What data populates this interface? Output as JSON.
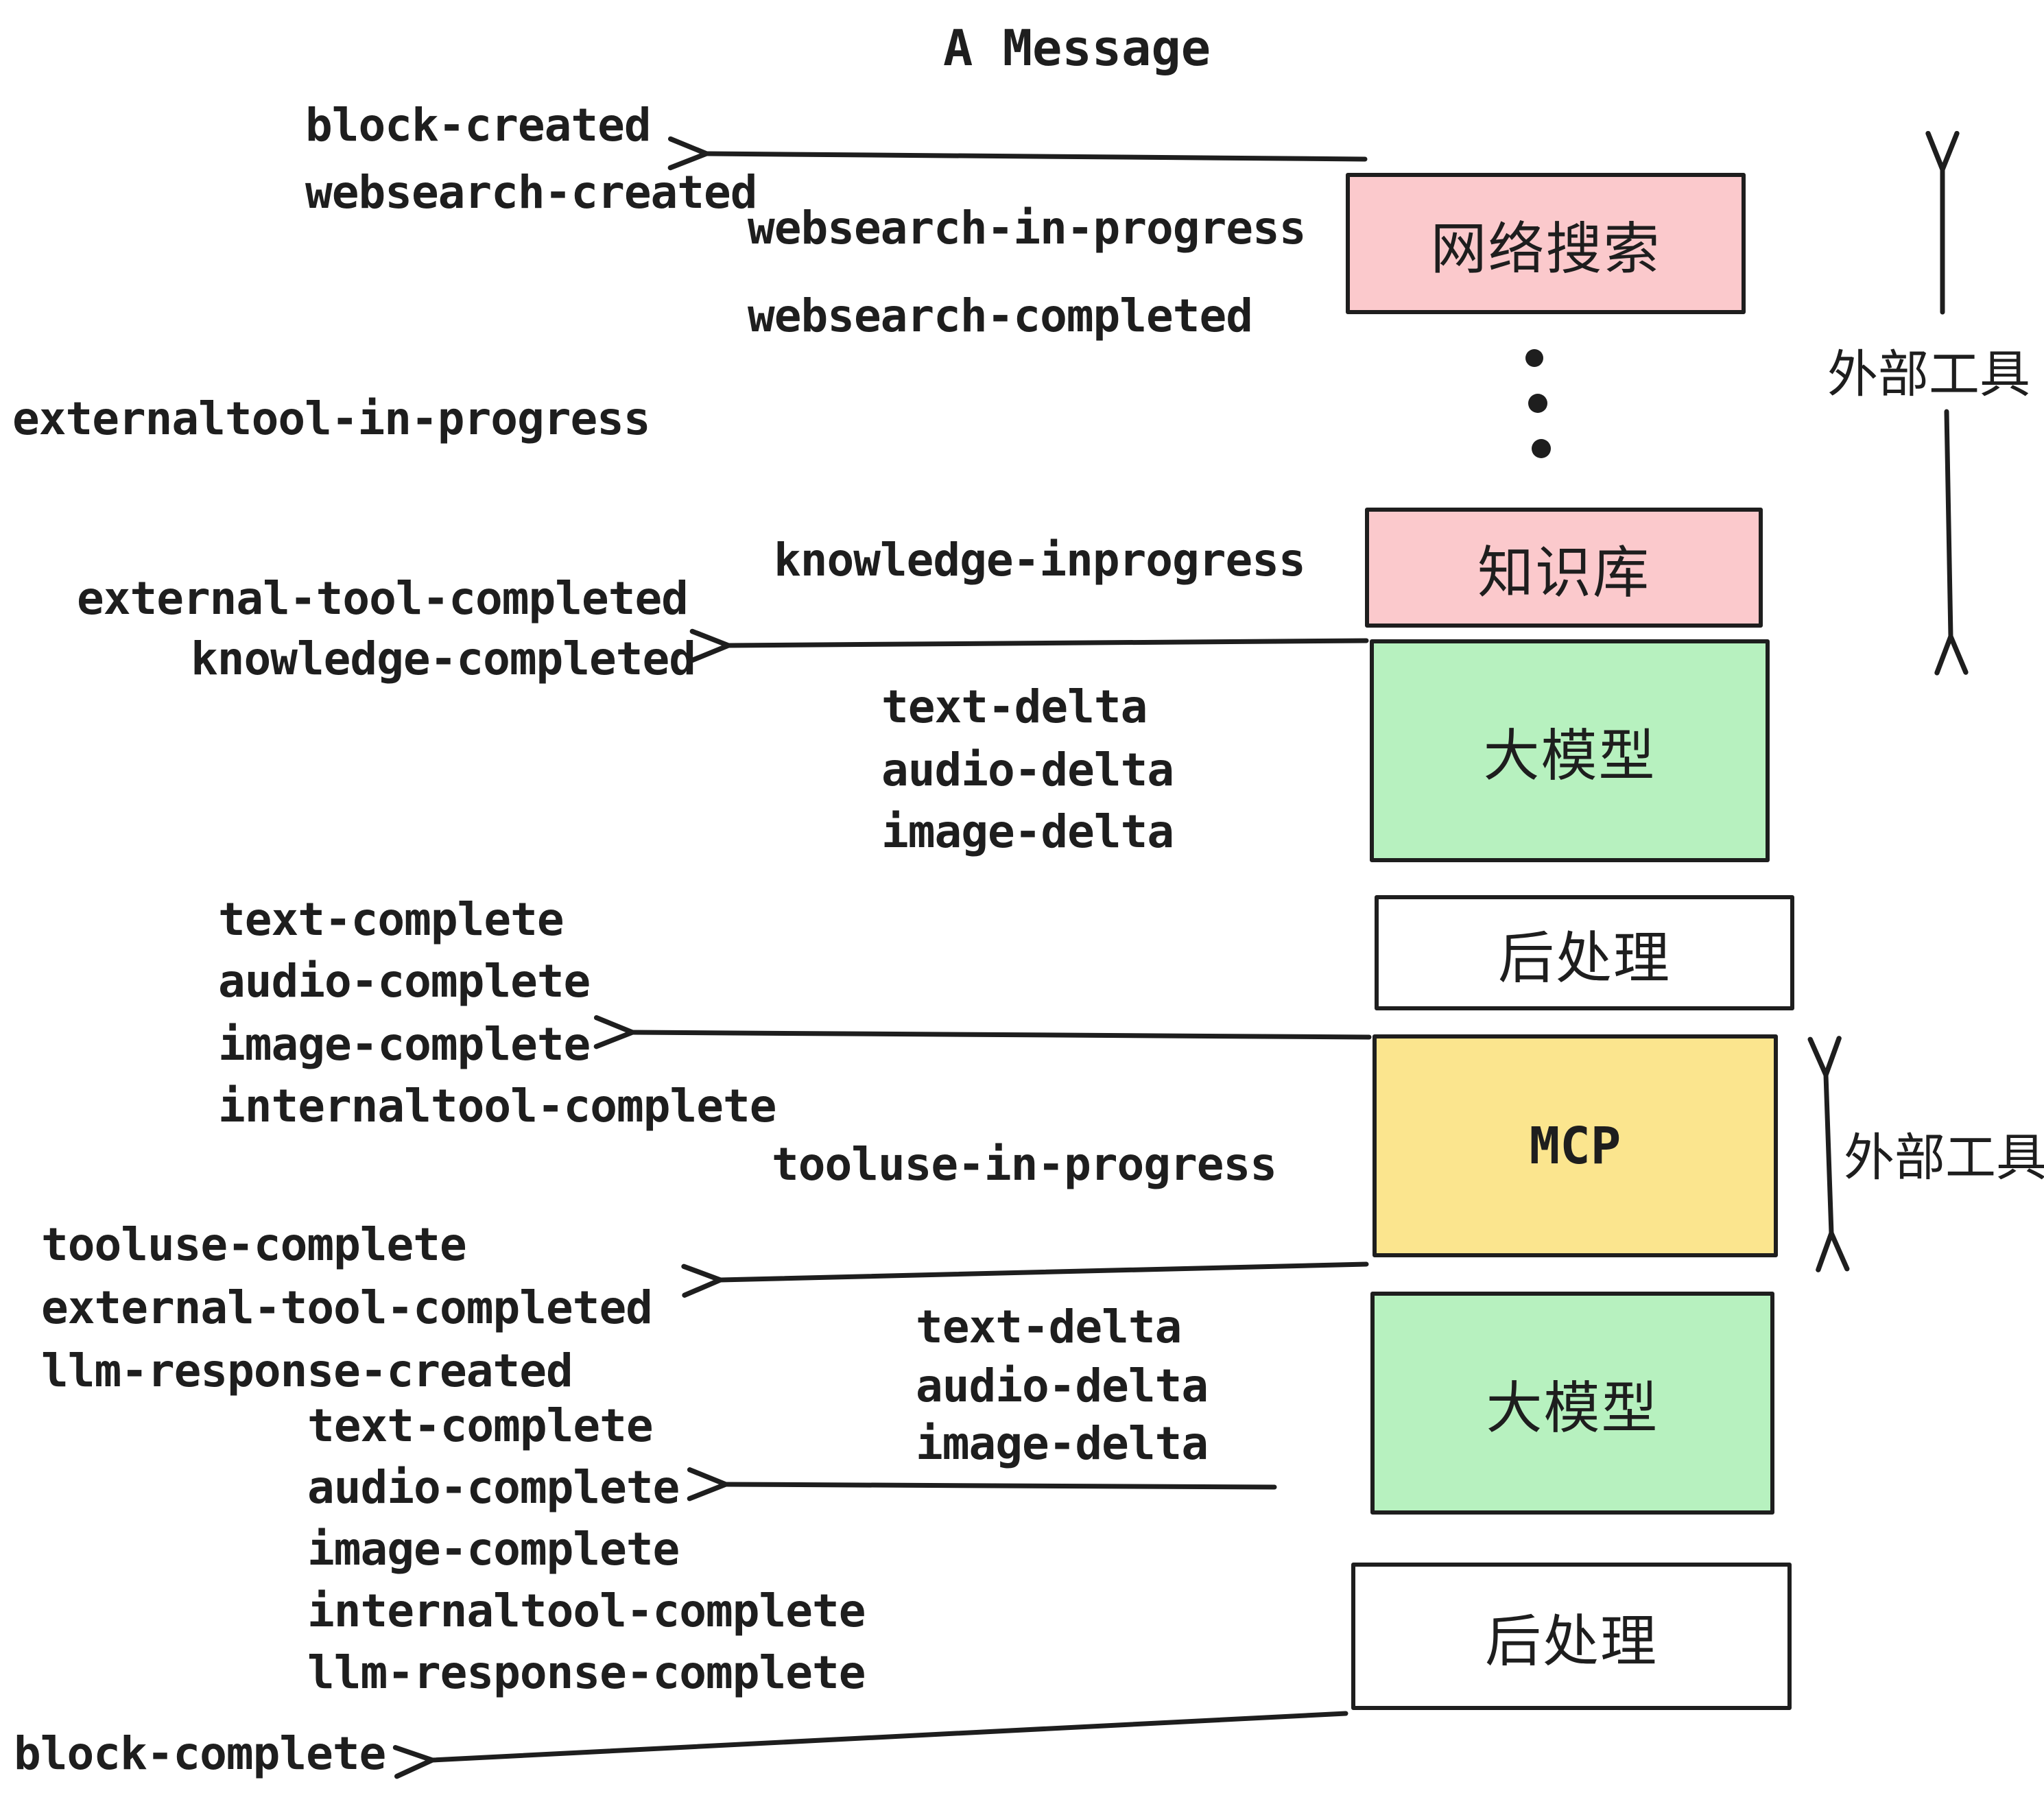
{
  "title": "A Message",
  "events": {
    "block_created": "block-created",
    "websearch_created": "websearch-created",
    "websearch_in_progress": "websearch-in-progress",
    "websearch_completed": "websearch-completed",
    "externaltool_in_progress": "externaltool-in-progress",
    "knowledge_inprogress": "knowledge-inprogress",
    "external_tool_completed": "external-tool-completed",
    "knowledge_completed": "knowledge-completed",
    "text_delta": "text-delta",
    "audio_delta": "audio-delta",
    "image_delta": "image-delta",
    "text_complete": "text-complete",
    "audio_complete": "audio-complete",
    "image_complete": "image-complete",
    "internaltool_complete": "internaltool-complete",
    "tooluse_in_progress": "tooluse-in-progress",
    "tooluse_complete": "tooluse-complete",
    "llm_response_created": "llm-response-created",
    "llm_response_complete": "llm-response-complete",
    "block_complete": "block-complete"
  },
  "nodes": {
    "web_search": "网络搜索",
    "knowledge_base": "知识库",
    "llm": "大模型",
    "post_process": "后处理",
    "mcp": "MCP"
  },
  "annotations": {
    "external_tools": "外部工具"
  },
  "colors": {
    "node_web_search": "#fbc9cc",
    "node_knowledge_base": "#fbc9cc",
    "node_llm": "#b7f1bf",
    "node_post_process": "#ffffff",
    "node_mcp": "#fbe58e",
    "ink": "#1e1e1e",
    "background": "#ffffff"
  }
}
